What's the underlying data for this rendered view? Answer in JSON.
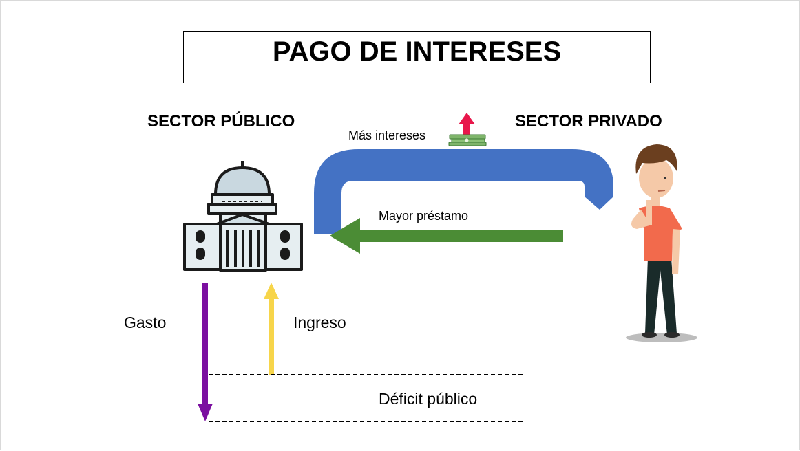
{
  "title": "PAGO DE INTERESES",
  "sectors": {
    "public": "SECTOR PÚBLICO",
    "private": "SECTOR PRIVADO"
  },
  "flows": {
    "interest": "Más intereses",
    "loan": "Mayor préstamo",
    "spending": "Gasto",
    "income": "Ingreso",
    "deficit": "Déficit público"
  },
  "icons": {
    "building": "government-building-icon",
    "person": "thinking-person-icon",
    "money": "money-up-arrow-icon"
  },
  "colors": {
    "interest_arrow": "#4472C4",
    "loan_arrow": "#4B8C35",
    "spending_arrow": "#7B0FA0",
    "income_arrow": "#F7D54A",
    "person_shirt": "#F26A4C"
  }
}
